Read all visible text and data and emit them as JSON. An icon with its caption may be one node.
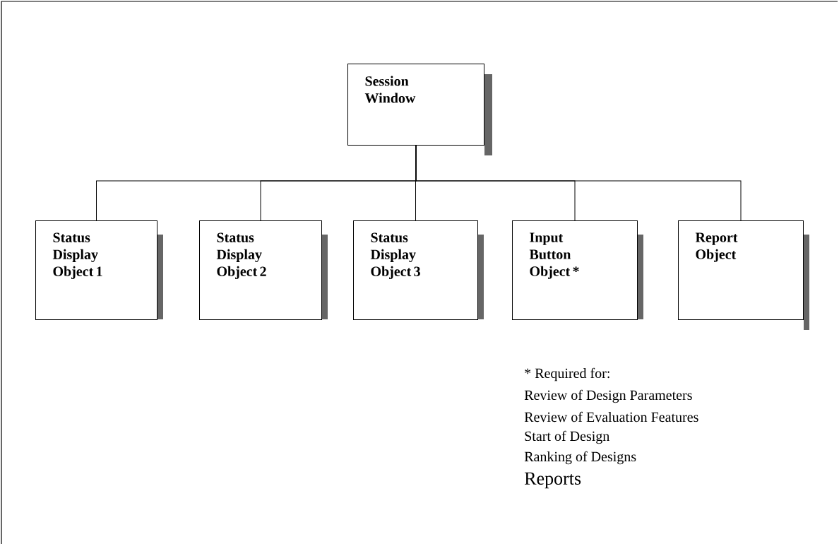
{
  "diagram": {
    "nodes": [
      {
        "text": [
          "Session Window"
        ]
      },
      {
        "text": [
          "Status Display Object 1"
        ]
      },
      {
        "text": [
          "Status Display Object 2"
        ]
      },
      {
        "text": [
          "Status Display Object 3"
        ]
      },
      {
        "text": [
          "Input Button Object *"
        ]
      },
      {
        "text": [
          "Report Object"
        ]
      }
    ],
    "edges": [
      {
        "from": 0,
        "to": 1,
        "arrow": "none"
      },
      {
        "from": 0,
        "to": 2,
        "arrow": "none"
      },
      {
        "from": 0,
        "to": 3,
        "arrow": "none"
      },
      {
        "from": 0,
        "to": 4,
        "arrow": "none"
      },
      {
        "from": 0,
        "to": 5,
        "arrow": "none"
      }
    ],
    "labels": [
      "* Required for:",
      "Review of Design Parameters",
      "Review of Evaluation Features",
      "Start of Design",
      "Ranking of Designs",
      "Reports"
    ]
  }
}
